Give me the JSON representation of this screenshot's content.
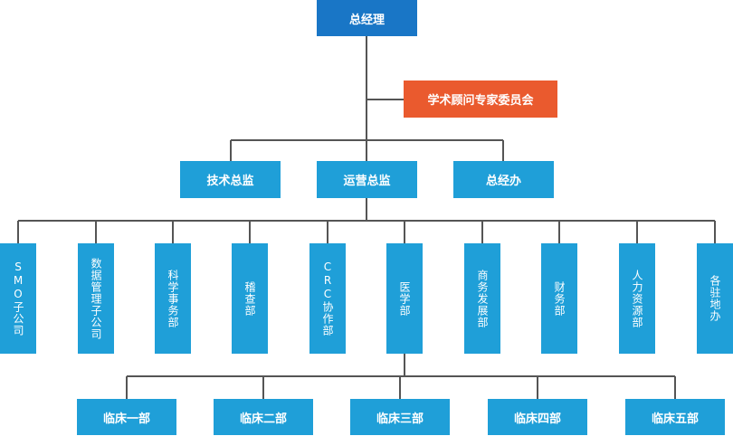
{
  "root": {
    "label": "总经理"
  },
  "advisory": {
    "label": "学术顾问专家委员会"
  },
  "level2": [
    {
      "label": "技术总监"
    },
    {
      "label": "运营总监"
    },
    {
      "label": "总经办"
    }
  ],
  "departments": [
    {
      "label": "SMO子公司"
    },
    {
      "label": "数据管理子公司"
    },
    {
      "label": "科学事务部"
    },
    {
      "label": "稽查部"
    },
    {
      "label": "CRC协作部"
    },
    {
      "label": "医学部"
    },
    {
      "label": "商务发展部"
    },
    {
      "label": "财务部"
    },
    {
      "label": "人力资源部"
    },
    {
      "label": "各驻地办"
    }
  ],
  "clinical": [
    {
      "label": "临床一部"
    },
    {
      "label": "临床二部"
    },
    {
      "label": "临床三部"
    },
    {
      "label": "临床四部"
    },
    {
      "label": "临床五部"
    }
  ],
  "colors": {
    "root": "#1976c6",
    "box": "#1f9fd8",
    "advisory": "#ea5a2e",
    "line": "#555555"
  }
}
